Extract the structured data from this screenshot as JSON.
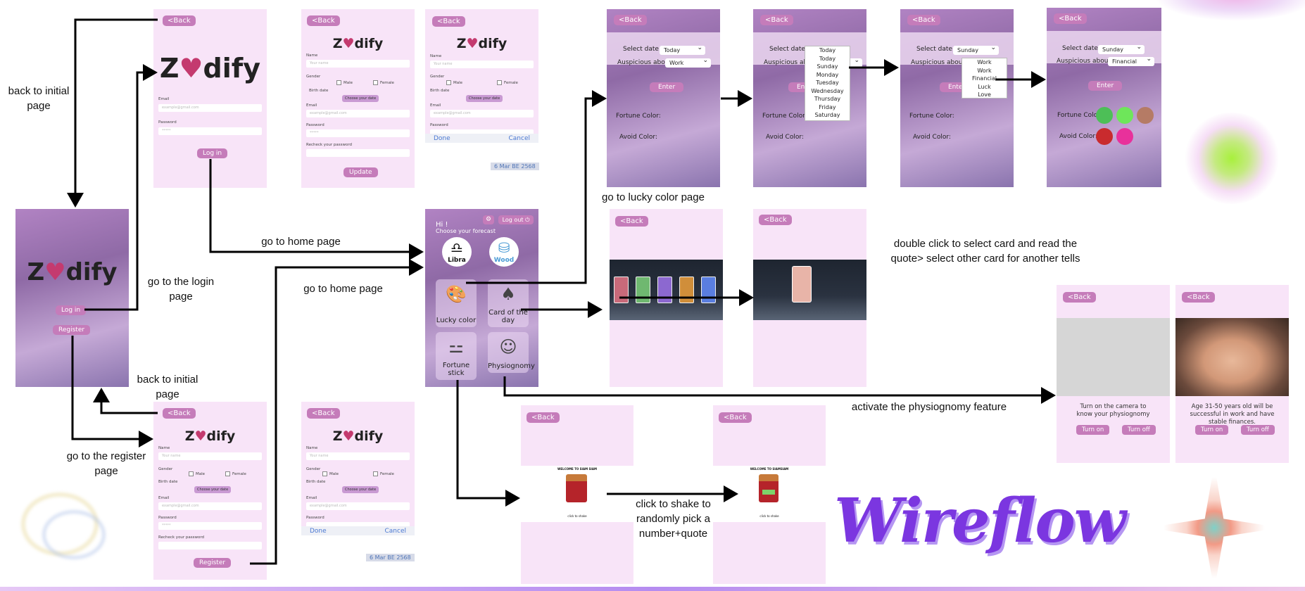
{
  "colors": {
    "accent": "#c57cba",
    "logo_heart": "#c43a6f",
    "wireflow": "#7b36e0",
    "lucky_green_1": "#4dbf57",
    "lucky_green_2": "#6ee65a",
    "lucky_brown": "#b57b65",
    "avoid_red": "#c92b2e",
    "avoid_pink": "#e8319b"
  },
  "common": {
    "back": "<Back",
    "logo_pre": "Z",
    "logo_post": "dify",
    "logo_mark": "♥"
  },
  "form": {
    "name": "Name",
    "name_ph": "Your name",
    "gender": "Gender",
    "male": "Male",
    "female": "Female",
    "birth": "Birth date",
    "choose": "Choose your date",
    "email": "Email",
    "email_ph": "example@gmail.com",
    "password": "Password",
    "password_ph": "*****",
    "recheck": "Recheck your password",
    "done": "Done",
    "cancel": "Cancel",
    "datechip": "6 Mar BE 2568",
    "update": "Update",
    "register": "Register"
  },
  "login": {
    "email": "Email",
    "email_ph": "example@gmail.com",
    "password": "Password",
    "password_ph": "*****",
    "button": "Log in"
  },
  "start": {
    "login": "Log in",
    "register": "Register"
  },
  "home": {
    "greet": "Hi !",
    "sub": "Choose your forecast",
    "logout": "Log out",
    "libra": "Libra",
    "wood": "Wood",
    "tiles": [
      "Lucky color",
      "Card of the day",
      "Fortune stick",
      "Physiognomy"
    ]
  },
  "lucky": {
    "select_date": "Select date",
    "auspicious": "Auspicious about",
    "today": "Today",
    "sunday": "Sunday",
    "work": "Work",
    "financial": "Financial",
    "enter": "Enter",
    "fortune": "Fortune Color:",
    "avoid": "Avoid Color:",
    "days": [
      "Today",
      "Today",
      "Sunday",
      "Monday",
      "Tuesday",
      "Wednesday",
      "Thursday",
      "Friday",
      "Saturday"
    ],
    "topics": [
      "Work",
      "Work",
      "Financial",
      "Luck",
      "Love"
    ]
  },
  "stick": {
    "welcome1": "WELCOME TO SIAM SIAM",
    "welcome2": "WELCOME TO SIAMSIAM",
    "hint": "click to shake"
  },
  "physio": {
    "prompt": "Turn on the camera to know your physiognomy",
    "result": "Age 31-50 years old will be successful in work and have stable finances.",
    "on": "Turn on",
    "off": "Turn off"
  },
  "notes": {
    "back1": "back to initial page",
    "login": "go to the login page",
    "back2": "back to initial page",
    "register": "go to the register page",
    "home1": "go to home page",
    "home2": "go to home page",
    "lucky": "go to lucky color page",
    "card": "double click to select card and read the quote> select other card for another tells",
    "physio": "activate the physiognomy feature",
    "stick": "click to shake to randomly pick a number+quote"
  },
  "wireflow": "Wireflow",
  "icons": [
    "back-arrow",
    "heart-logo",
    "libra-icon",
    "wood-icon",
    "palette-icon",
    "card-icon",
    "fortune-stick-icon",
    "face-icon",
    "gear-icon",
    "logout-icon",
    "flow-arrow"
  ]
}
